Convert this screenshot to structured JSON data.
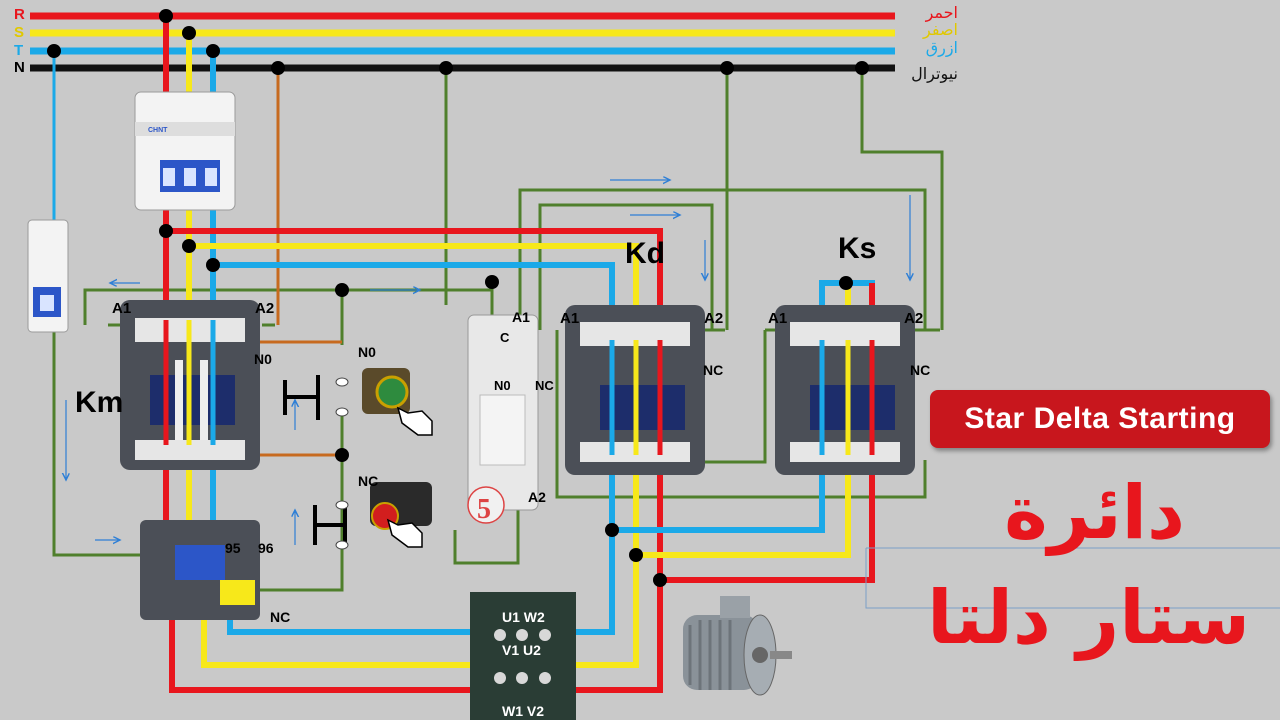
{
  "phases": [
    {
      "letter": "R",
      "name_ar": "احمر",
      "color": "#e8161d"
    },
    {
      "letter": "S",
      "name_ar": "اصفر",
      "color": "#f7e81a"
    },
    {
      "letter": "T",
      "name_ar": "ازرق",
      "color": "#1ba9e8"
    },
    {
      "letter": "N",
      "name_ar": "نيوترال",
      "color": "#111111"
    }
  ],
  "contactors": {
    "km": {
      "name": "Km",
      "a1": "A1",
      "a2": "A2",
      "aux": "N0"
    },
    "kd": {
      "name": "Kd",
      "a1": "A1",
      "a2": "A2",
      "aux": "NC"
    },
    "ks": {
      "name": "Ks",
      "a1": "A1",
      "a2": "A2",
      "aux": "NC"
    }
  },
  "buttons": {
    "start": {
      "label": "N0"
    },
    "stop": {
      "label": "NC"
    }
  },
  "timer": {
    "a1": "A1",
    "a2": "A2",
    "c": "C",
    "no": "N0",
    "nc": "NC",
    "dial": "5"
  },
  "overload": {
    "t95": "95",
    "t96": "96",
    "nc": "NC"
  },
  "motor_terminals": {
    "row1": "U1 W2",
    "row2": "V1  U2",
    "row3": "W1  V2"
  },
  "title_en": "Star Delta Starting",
  "title_ar_line1": "دائرة",
  "title_ar_line2": "ستار دلتا",
  "wire_colors": {
    "red": "#e8161d",
    "yellow": "#f7e81a",
    "blue": "#1ba9e8",
    "black": "#111111",
    "green": "#4f7f2c",
    "orange": "#c76a1f",
    "arrow": "#2e7fd6"
  }
}
